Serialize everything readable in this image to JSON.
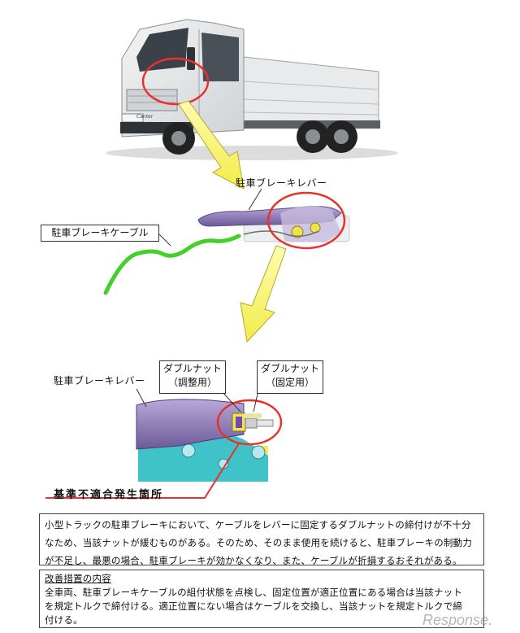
{
  "labels": {
    "lever_top": "駐車ブレーキレバー",
    "cable": "駐車ブレーキケーブル",
    "lever_bottom": "駐車ブレーキレバー",
    "nut_adjust_title": "ダブルナット",
    "nut_adjust_sub": "（調整用）",
    "nut_fixed_title": "ダブルナット",
    "nut_fixed_sub": "（固定用）",
    "defect_location": "基準不適合発生箇所"
  },
  "truck_badge": "Canter",
  "description": {
    "line1": "小型トラックの駐車ブレーキにおいて、ケーブルをレバーに固定するダブルナットの締付けが不十分",
    "line2": "なため、当該ナットが緩むものがある。そのため、そのまま使用を続けると、駐車ブレーキの制動力",
    "line3": "が不足し、最悪の場合、駐車ブレーキが効かなくなり、また、ケーブルが折損するおそれがある。"
  },
  "remedy": {
    "title": "改善措置の内容",
    "line1": "全車両、駐車ブレーキケーブルの組付状態を点検し、固定位置が適正位置にある場合は当該ナット",
    "line2": "を規定トルクで締付ける。適正位置にない場合はケーブルを交換し、当該ナットを規定トルクで締",
    "line3": "付ける。"
  },
  "watermark": "Response."
}
